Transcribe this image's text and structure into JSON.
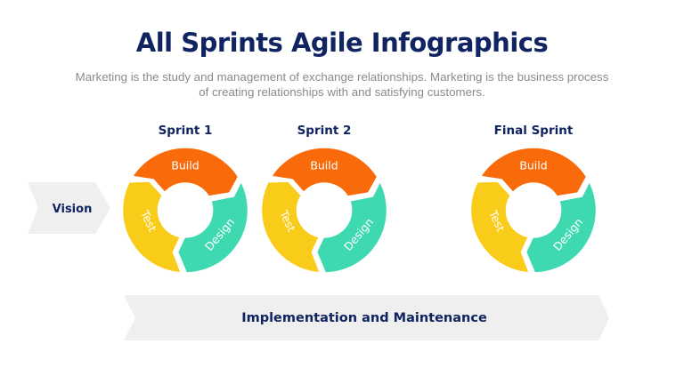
{
  "header": {
    "title": "All Sprints Agile Infographics",
    "subtitle": "Marketing is the study and management of exchange relationships. Marketing is the business process of creating relationships with and satisfying customers."
  },
  "vision": {
    "label": "Vision"
  },
  "sprints": [
    {
      "label": "Sprint 1",
      "segments": {
        "build": "Build",
        "test": "Test",
        "design": "Design"
      }
    },
    {
      "label": "Sprint 2",
      "segments": {
        "build": "Build",
        "test": "Test",
        "design": "Design"
      }
    },
    {
      "label": "Final Sprint",
      "segments": {
        "build": "Build",
        "test": "Test",
        "design": "Design"
      }
    }
  ],
  "banner": {
    "label": "Implementation and Maintenance"
  },
  "colors": {
    "title": "#0f2461",
    "build": "#f96a0a",
    "test": "#f9cc19",
    "design": "#3fd9b1",
    "chevron": "#efefef",
    "subtitle": "#8a8a8a"
  }
}
